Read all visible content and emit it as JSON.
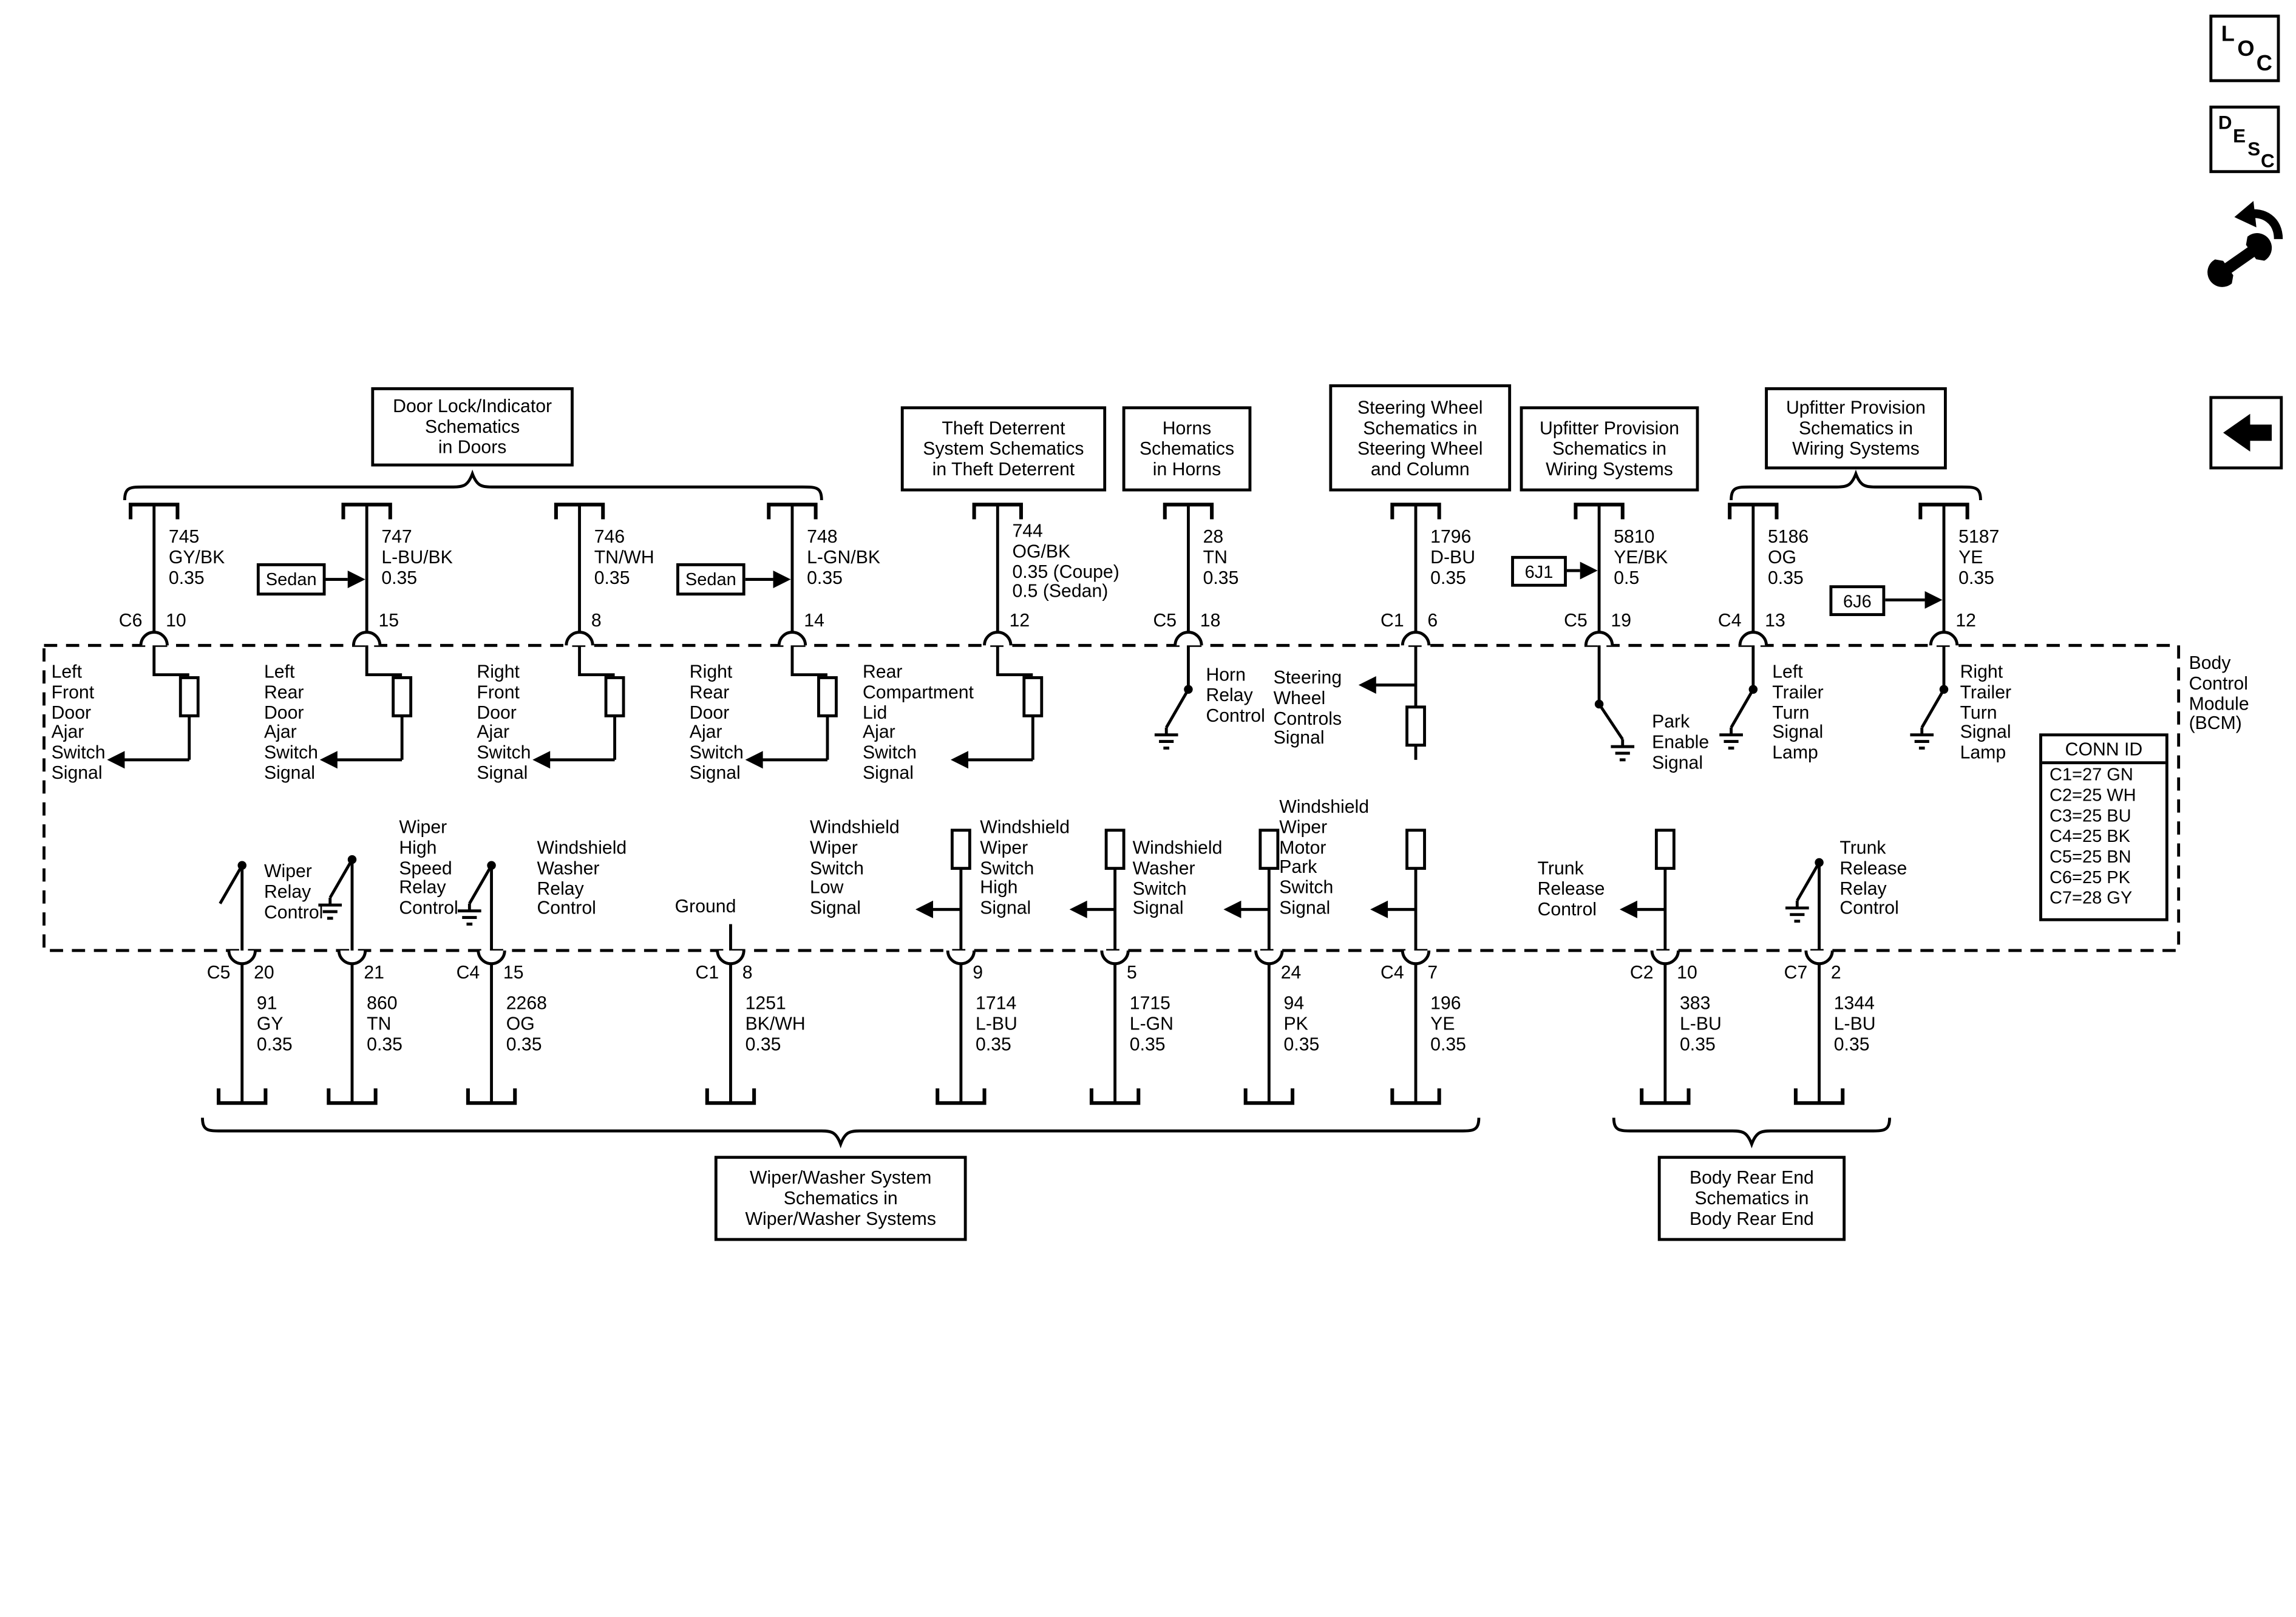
{
  "colors": {
    "line": "#000000",
    "background": "#ffffff"
  },
  "nav_icons": {
    "loc": [
      "L",
      "O",
      "C"
    ],
    "desc": [
      "D",
      "E",
      "S",
      "C"
    ],
    "tools_icon": "wrench-arrow",
    "back_icon": "left-arrow"
  },
  "module": {
    "name": "Body\nControl\nModule\n(BCM)"
  },
  "conn_id": {
    "title": "CONN ID",
    "rows": [
      "C1=27 GN",
      "C2=25 WH",
      "C3=25 BU",
      "C4=25 BK",
      "C5=25 BN",
      "C6=25 PK",
      "C7=28 GY"
    ]
  },
  "ref_boxes": {
    "door_lock": "Door Lock/Indicator\nSchematics\nin Doors",
    "theft": "Theft Deterrent\nSystem Schematics\nin Theft Deterrent",
    "horns": "Horns\nSchematics\nin Horns",
    "steering": "Steering Wheel\nSchematics in\nSteering Wheel\nand Column",
    "upfitter1": "Upfitter Provision\nSchematics in\nWiring Systems",
    "upfitter2": "Upfitter Provision\nSchematics in\nWiring Systems",
    "wiper": "Wiper/Washer System\nSchematics in\nWiper/Washer Systems",
    "body_rear": "Body Rear End\nSchematics in\nBody Rear End"
  },
  "tags": {
    "sedan_left": "Sedan",
    "sedan_right": "Sedan",
    "j1": "6J1",
    "j6": "6J6"
  },
  "top_circuits": [
    {
      "conn": "C6",
      "pin": "10",
      "wire": "745\nGY/BK\n0.35",
      "label": "Left\nFront\nDoor\nAjar\nSwitch\nSignal"
    },
    {
      "conn": "",
      "pin": "15",
      "wire": "747\nL-BU/BK\n0.35",
      "label": "Left\nRear\nDoor\nAjar\nSwitch\nSignal"
    },
    {
      "conn": "",
      "pin": "8",
      "wire": "746\nTN/WH\n0.35",
      "label": "Right\nFront\nDoor\nAjar\nSwitch\nSignal"
    },
    {
      "conn": "",
      "pin": "14",
      "wire": "748\nL-GN/BK\n0.35",
      "label": "Right\nRear\nDoor\nAjar\nSwitch\nSignal"
    },
    {
      "conn": "",
      "pin": "12",
      "wire": "744\nOG/BK\n0.35 (Coupe)\n0.5 (Sedan)",
      "label": "Rear\nCompartment\nLid\nAjar\nSwitch\nSignal"
    },
    {
      "conn": "C5",
      "pin": "18",
      "wire": "28\nTN\n0.35",
      "label": "Horn\nRelay\nControl"
    },
    {
      "conn": "C1",
      "pin": "6",
      "wire": "1796\nD-BU\n0.35",
      "label": "Steering\nWheel\nControls\nSignal"
    },
    {
      "conn": "C5",
      "pin": "19",
      "wire": "5810\nYE/BK\n0.5",
      "label": "Park\nEnable\nSignal"
    },
    {
      "conn": "C4",
      "pin": "13",
      "wire": "5186\nOG\n0.35",
      "label": "Left\nTrailer\nTurn\nSignal\nLamp"
    },
    {
      "conn": "",
      "pin": "12",
      "wire": "5187\nYE\n0.35",
      "label": "Right\nTrailer\nTurn\nSignal\nLamp"
    }
  ],
  "bottom_circuits": [
    {
      "conn": "C5",
      "pin": "20",
      "wire": "91\nGY\n0.35",
      "label": "Wiper\nRelay\nControl"
    },
    {
      "conn": "",
      "pin": "21",
      "wire": "860\nTN\n0.35",
      "label": "Wiper\nHigh\nSpeed\nRelay\nControl"
    },
    {
      "conn": "C4",
      "pin": "15",
      "wire": "2268\nOG\n0.35",
      "label": "Windshield\nWasher\nRelay\nControl"
    },
    {
      "conn": "C1",
      "pin": "8",
      "wire": "1251\nBK/WH\n0.35",
      "label": "Ground"
    },
    {
      "conn": "",
      "pin": "9",
      "wire": "1714\nL-BU\n0.35",
      "label": "Windshield\nWiper\nSwitch\nLow\nSignal"
    },
    {
      "conn": "",
      "pin": "5",
      "wire": "1715\nL-GN\n0.35",
      "label": "Windshield\nWiper\nSwitch\nHigh\nSignal"
    },
    {
      "conn": "",
      "pin": "24",
      "wire": "94\nPK\n0.35",
      "label": "Windshield\nWasher\nSwitch\nSignal"
    },
    {
      "conn": "C4",
      "pin": "7",
      "wire": "196\nYE\n0.35",
      "label": "Windshield\nWiper\nMotor\nPark\nSwitch\nSignal"
    },
    {
      "conn": "C2",
      "pin": "10",
      "wire": "383\nL-BU\n0.35",
      "label": "Trunk\nRelease\nControl"
    },
    {
      "conn": "C7",
      "pin": "2",
      "wire": "1344\nL-BU\n0.35",
      "label": "Trunk\nRelease\nRelay\nControl"
    }
  ]
}
